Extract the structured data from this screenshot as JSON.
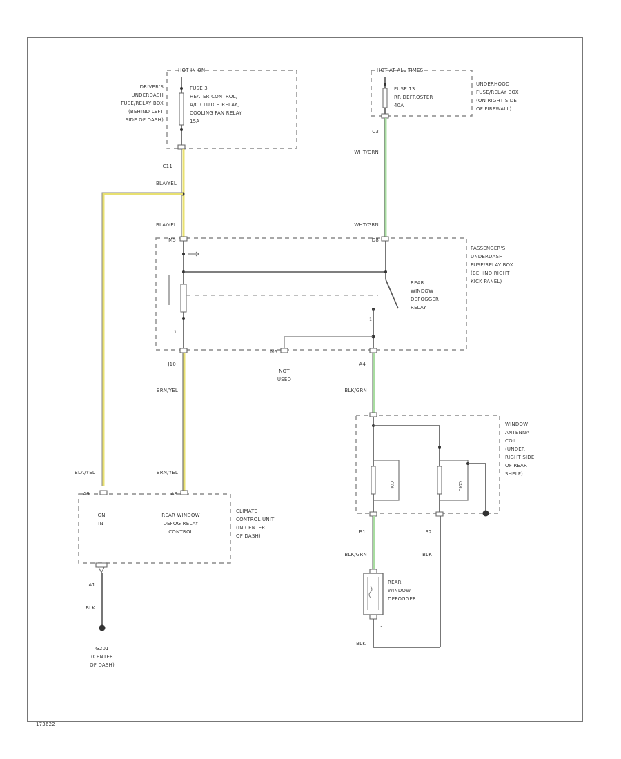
{
  "colors": {
    "yellow_wire": "#e8e070",
    "green_wire": "#a8dca0",
    "black_wire": "#555555",
    "frame": "#555555",
    "dashed_box": "#8a8a8a"
  },
  "fuse_box_left": {
    "power_label": "HOT IN ON",
    "fuse_lines": [
      "FUSE 3",
      "HEATER CONTROL,",
      "A/C CLUTCH RELAY,",
      "COOLING FAN RELAY",
      "15A"
    ],
    "location_lines": [
      "DRIVER'S",
      "UNDERDASH",
      "FUSE/RELAY BOX",
      "(BEHIND LEFT",
      "SIDE OF DASH)"
    ],
    "connector": "C11"
  },
  "fuse_box_right": {
    "power_label": "HOT AT ALL TIMES",
    "fuse_lines": [
      "FUSE 13",
      "RR DEFROSTER",
      "40A"
    ],
    "location_lines": [
      "UNDERHOOD",
      "FUSE/RELAY BOX",
      "(ON RIGHT SIDE",
      "OF FIREWALL)"
    ],
    "connector": "C3"
  },
  "wires": {
    "bla_yel_top": "BLA/YEL",
    "bla_yel_mid": "BLA/YEL",
    "wht_grn_top": "WHT/GRN",
    "wht_grn_mid": "WHT/GRN",
    "brn_yel_mid": "BRN/YEL",
    "brn_yel_low": "BRN/YEL",
    "bla_yel_low": "BLA/YEL",
    "blk_grn_mid": "BLK/GRN",
    "blk_grn_low": "BLK/GRN",
    "blk_right": "BLK",
    "blk_left": "BLK",
    "blk_bottom": "BLK"
  },
  "relay_box": {
    "pin_left_top": "M5",
    "pin_right_top": "D8",
    "pin_left_bottom": "J10",
    "pin_mid": "N6",
    "pin_right_bottom": "A4",
    "relay_lines": [
      "REAR",
      "WINDOW",
      "DEFOGGER",
      "RELAY"
    ],
    "location_lines": [
      "PASSENGER'S",
      "UNDERDASH",
      "FUSE/RELAY BOX",
      "(BEHIND RIGHT",
      "KICK PANEL)"
    ],
    "not_used_lines": [
      "NOT",
      "USED"
    ]
  },
  "antenna_coil": {
    "location_lines": [
      "WINDOW",
      "ANTENNA",
      "COIL",
      "(UNDER",
      "RIGHT SIDE",
      "OF REAR",
      "SHELF)"
    ],
    "pin_left": "B1",
    "pin_right": "B2"
  },
  "climate_unit": {
    "pin_left": "A9",
    "pin_right": "A8",
    "left_lines": [
      "IGN",
      "IN"
    ],
    "center_lines": [
      "REAR WINDOW",
      "DEFOG RELAY",
      "CONTROL"
    ],
    "location_lines": [
      "CLIMATE",
      "CONTROL UNIT",
      "(IN CENTER",
      "OF DASH)"
    ],
    "ground_pin": "A1"
  },
  "ground": {
    "name": "G201",
    "location_lines": [
      "(CENTER",
      "OF DASH)"
    ]
  },
  "defogger": {
    "lines": [
      "REAR",
      "WINDOW",
      "DEFOGGER"
    ],
    "pin": "1"
  },
  "footer": {
    "ref": "173622"
  }
}
